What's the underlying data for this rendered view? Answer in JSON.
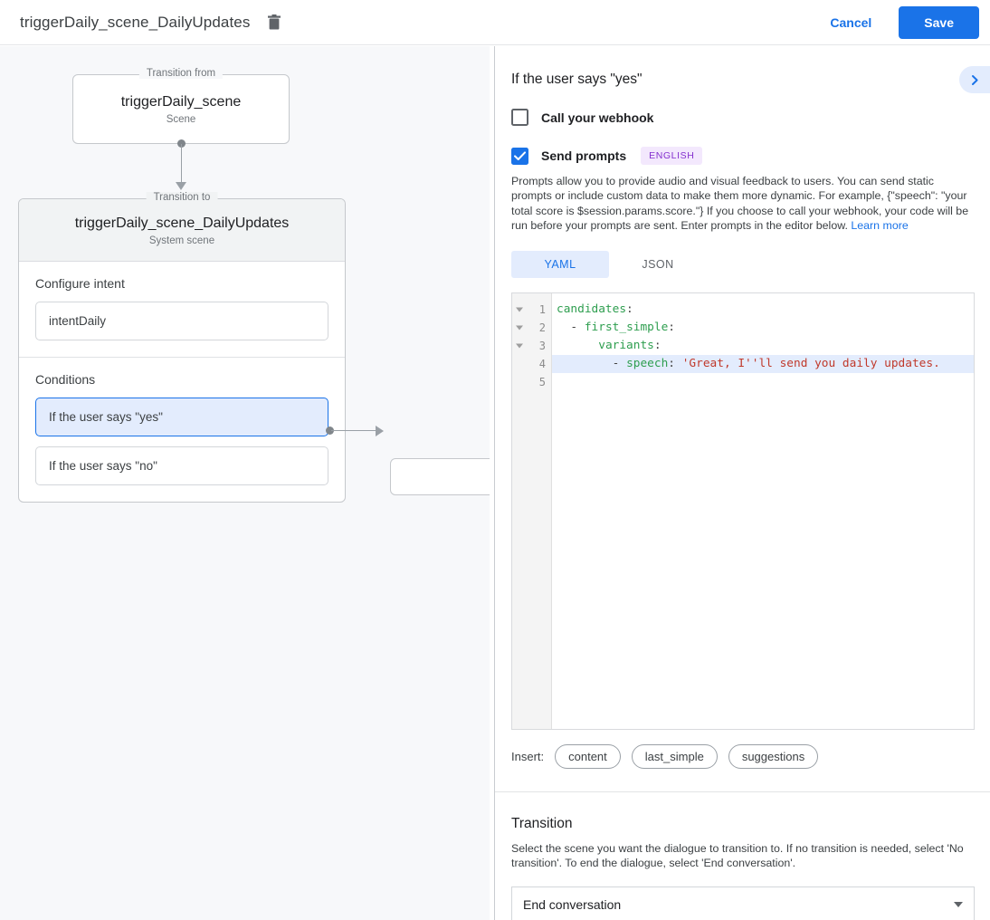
{
  "topbar": {
    "title": "triggerDaily_scene_DailyUpdates",
    "delete_icon": "trash-icon",
    "cancel_label": "Cancel",
    "save_label": "Save",
    "accent": "#1a73e8"
  },
  "canvas": {
    "from_legend": "Transition from",
    "from_title": "triggerDaily_scene",
    "from_subtitle": "Scene",
    "to_legend": "Transition to",
    "to_title": "triggerDaily_scene_DailyUpdates",
    "to_subtitle": "System scene",
    "intent_section_label": "Configure intent",
    "intent_value": "intentDaily",
    "conditions_section_label": "Conditions",
    "conditions": [
      {
        "label": "If the user says \"yes\"",
        "selected": true
      },
      {
        "label": "If the user says \"no\"",
        "selected": false
      }
    ]
  },
  "panel": {
    "heading": "If the user says \"yes\"",
    "collapse_icon": "chevron-right-icon",
    "webhook": {
      "label": "Call your webhook",
      "checked": false
    },
    "prompts": {
      "label": "Send prompts",
      "checked": true,
      "badge": "ENGLISH",
      "badge_color": "#8430ce",
      "description": "Prompts allow you to provide audio and visual feedback to users. You can send static prompts or include custom data to make them more dynamic. For example, {\"speech\": \"your total score is $session.params.score.\"} If you choose to call your webhook, your code will be run before your prompts are sent. Enter prompts in the editor below. ",
      "learn_more": "Learn more"
    },
    "tabs": [
      {
        "label": "YAML",
        "active": true
      },
      {
        "label": "JSON",
        "active": false
      }
    ],
    "editor": {
      "lines": [
        {
          "num": "1",
          "fold": true,
          "highlight": false,
          "indent": "",
          "dash": "",
          "key": "candidates",
          "colon": ":",
          "value": ""
        },
        {
          "num": "2",
          "fold": true,
          "highlight": false,
          "indent": "  ",
          "dash": "- ",
          "key": "first_simple",
          "colon": ":",
          "value": ""
        },
        {
          "num": "3",
          "fold": true,
          "highlight": false,
          "indent": "      ",
          "dash": "",
          "key": "variants",
          "colon": ":",
          "value": ""
        },
        {
          "num": "4",
          "fold": false,
          "highlight": true,
          "indent": "        ",
          "dash": "- ",
          "key": "speech",
          "colon": ": ",
          "value": "'Great, I''ll send you daily updates."
        },
        {
          "num": "5",
          "fold": false,
          "highlight": false,
          "indent": "",
          "dash": "",
          "key": "",
          "colon": "",
          "value": ""
        }
      ]
    },
    "insert": {
      "label": "Insert:",
      "chips": [
        "content",
        "last_simple",
        "suggestions"
      ]
    },
    "transition": {
      "title": "Transition",
      "description": "Select the scene you want the dialogue to transition to. If no transition is needed, select 'No transition'. To end the dialogue, select 'End conversation'.",
      "selected": "End conversation",
      "caret_icon": "chevron-down-icon"
    }
  }
}
